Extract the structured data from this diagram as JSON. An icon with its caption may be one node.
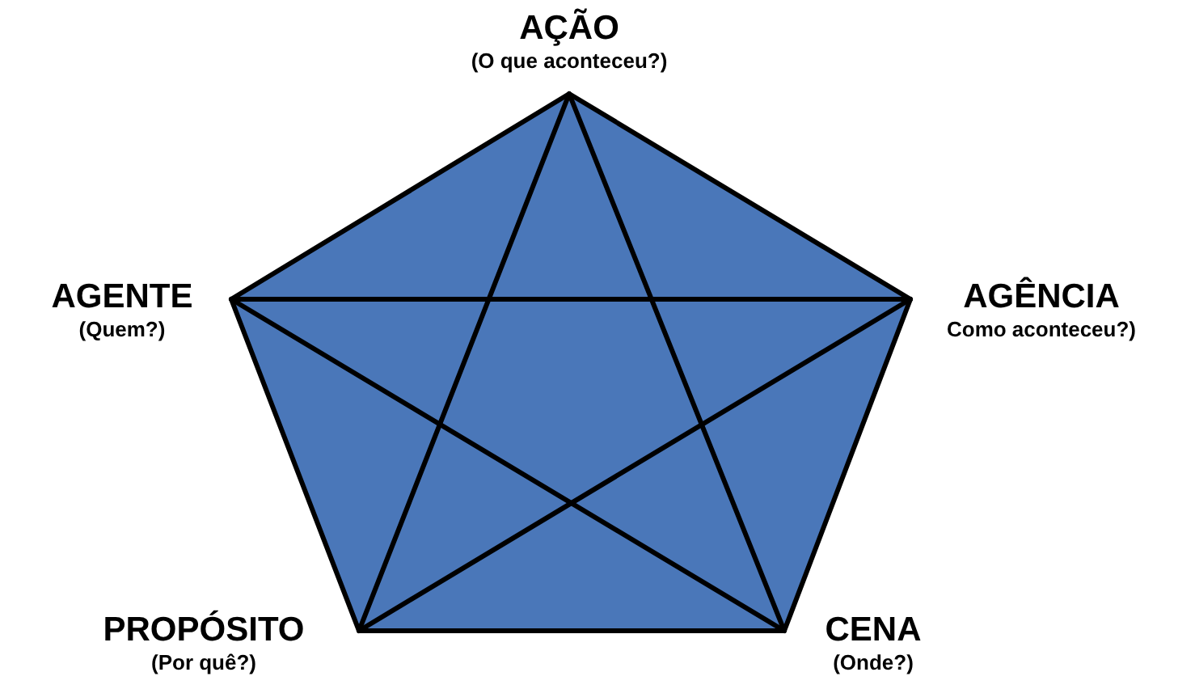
{
  "diagram": {
    "nodes": [
      {
        "text": [
          "AÇÃO",
          "(O que aconteceu?)"
        ]
      },
      {
        "text": [
          "AGENTE",
          "(Quem?)"
        ]
      },
      {
        "text": [
          "AGÊNCIA",
          "Como aconteceu?)"
        ]
      },
      {
        "text": [
          "PROPÓSITO",
          "(Por quê?)"
        ]
      },
      {
        "text": [
          "CENA",
          "(Onde?)"
        ]
      }
    ],
    "edges": [
      {
        "from": 0,
        "to": 2,
        "arrow": "none"
      },
      {
        "from": 2,
        "to": 4,
        "arrow": "none"
      },
      {
        "from": 4,
        "to": 3,
        "arrow": "none"
      },
      {
        "from": 3,
        "to": 1,
        "arrow": "none"
      },
      {
        "from": 1,
        "to": 0,
        "arrow": "none"
      },
      {
        "from": 0,
        "to": 3,
        "arrow": "none"
      },
      {
        "from": 0,
        "to": 4,
        "arrow": "none"
      },
      {
        "from": 1,
        "to": 2,
        "arrow": "none"
      },
      {
        "from": 1,
        "to": 4,
        "arrow": "none"
      },
      {
        "from": 2,
        "to": 3,
        "arrow": "none"
      }
    ]
  }
}
